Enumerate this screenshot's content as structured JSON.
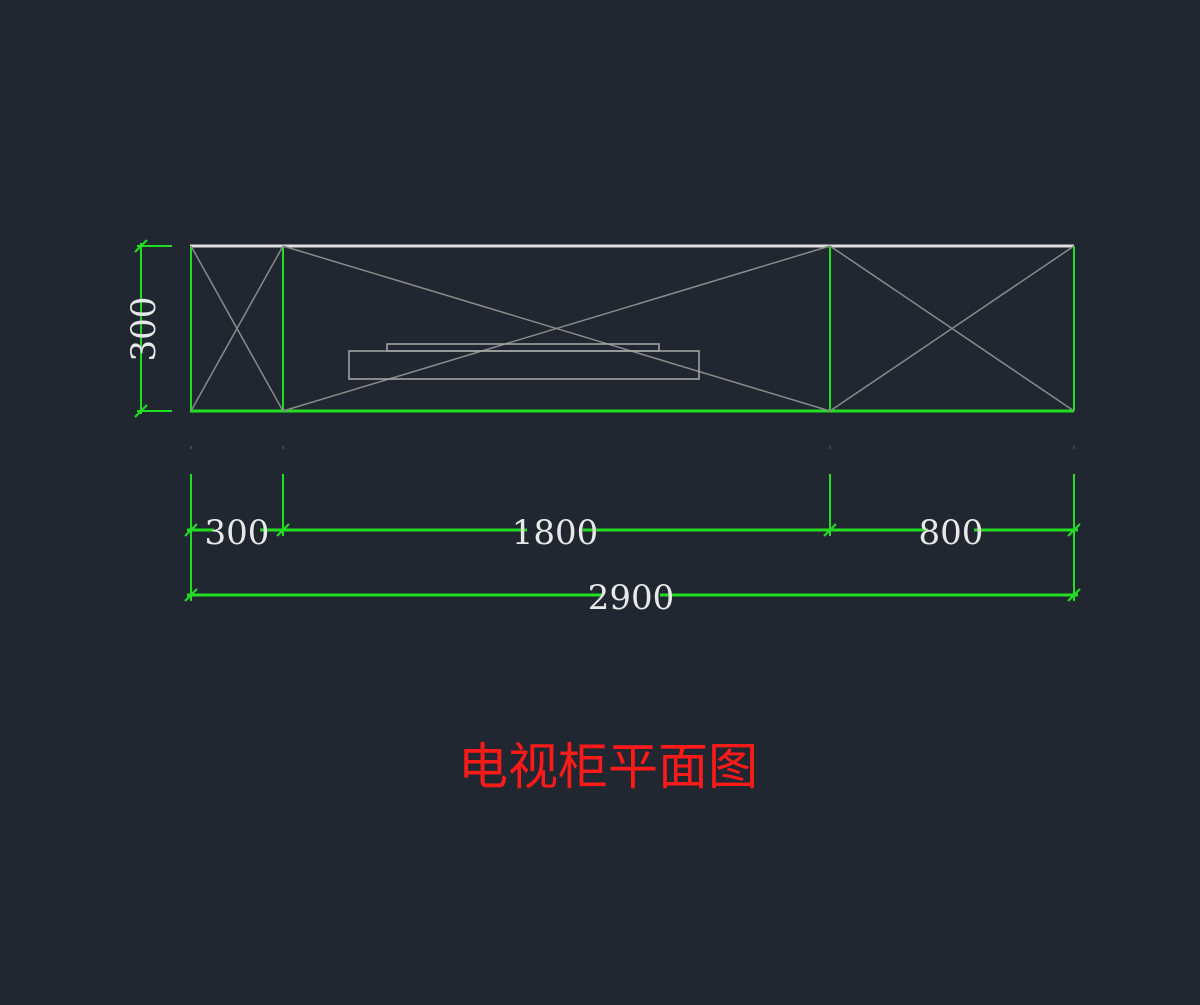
{
  "drawing": {
    "title": "电视柜平面图",
    "dimensions": {
      "depth": "300",
      "segment_left": "300",
      "segment_middle": "1800",
      "segment_right": "800",
      "total": "2900"
    },
    "colors": {
      "background": "#212730",
      "dimension_line": "#22dd22",
      "cabinet_outline": "#22dd22",
      "top_edge": "#e0e0e0",
      "cross_lines": "#8a8a8a",
      "tv_outline": "#a8a8a8",
      "dimension_text": "#e8e8e8",
      "title_text": "#ff1a1a"
    }
  }
}
